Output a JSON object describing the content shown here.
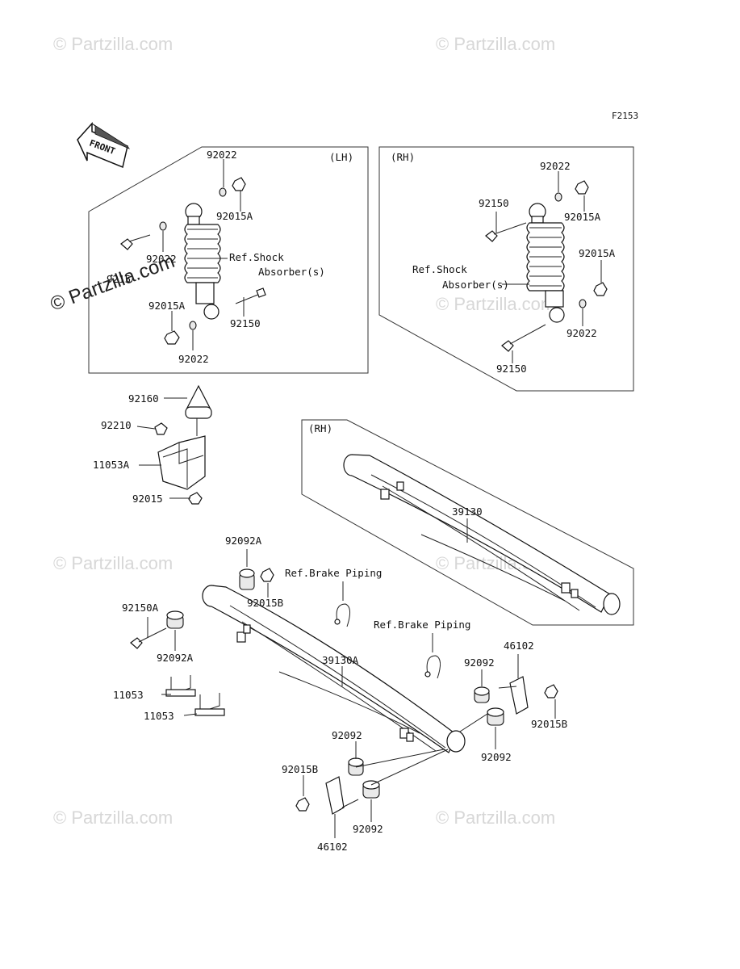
{
  "figure_code": "F2153",
  "direction_marker": "FRONT",
  "watermark_text": "© Partzilla.com",
  "panels": {
    "shock_lh": {
      "side": "(LH)"
    },
    "shock_rh": {
      "side": "(RH)"
    },
    "spring_rh": {
      "side": "(RH)"
    }
  },
  "refs": {
    "shock_lh_1": "Ref.Shock",
    "shock_lh_2": "Absorber(s)",
    "shock_rh_1": "Ref.Shock",
    "shock_rh_2": "Absorber(s)",
    "brake_1": "Ref.Brake Piping",
    "brake_2": "Ref.Brake Piping"
  },
  "parts": {
    "lh_92022_top": "92022",
    "lh_92015A_top": "92015A",
    "lh_9215x_left": "9215",
    "lh_92022_mid": "92022",
    "lh_92015A_bot": "92015A",
    "lh_92150": "92150",
    "lh_92022_bot": "92022",
    "rh_92022_top": "92022",
    "rh_92150_top": "92150",
    "rh_92015A_top": "92015A",
    "rh_92015A_mid": "92015A",
    "rh_92022_bot": "92022",
    "rh_92150_bot": "92150",
    "p92160": "92160",
    "p92210": "92210",
    "p11053A": "11053A",
    "p92015": "92015",
    "p39130": "39130",
    "p92092A_top": "92092A",
    "p92015B_top": "92015B",
    "p92150A": "92150A",
    "p92092A_bot": "92092A",
    "p39130A": "39130A",
    "p11053_1": "11053",
    "p11053_2": "11053",
    "p46102_right": "46102",
    "p92092_r1": "92092",
    "p92015B_right": "92015B",
    "p92092_r2": "92092",
    "p92092_c1": "92092",
    "p92015B_bot": "92015B",
    "p92092_c2": "92092",
    "p46102_bot": "46102"
  }
}
